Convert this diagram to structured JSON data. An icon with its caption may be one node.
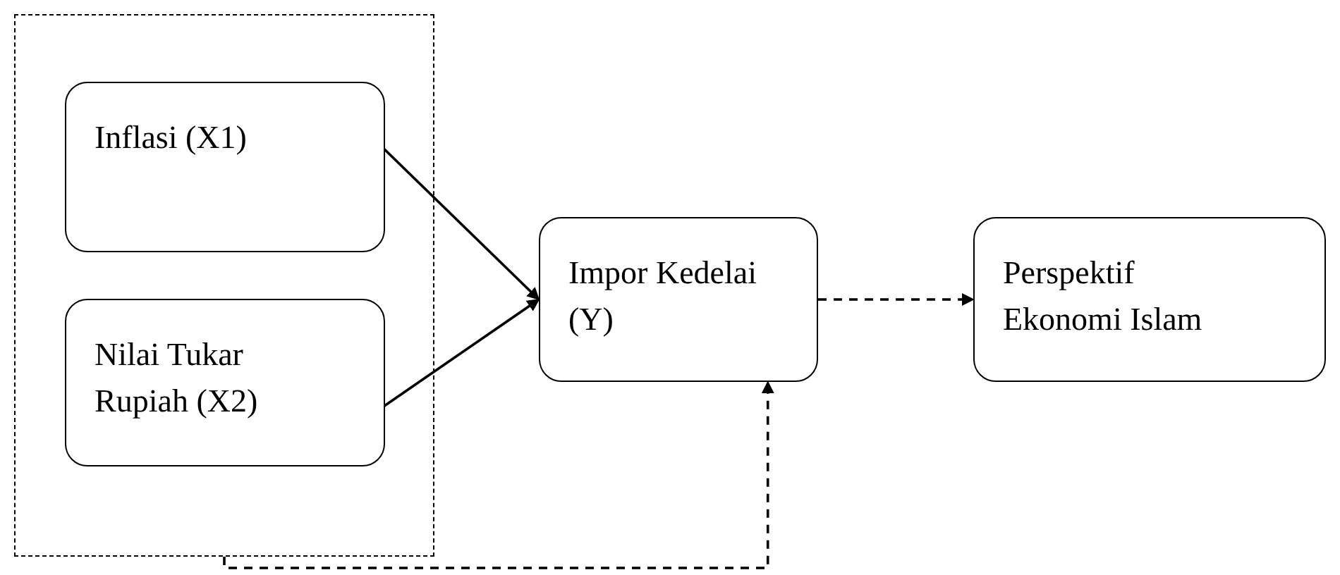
{
  "diagram": {
    "nodes": [
      {
        "text": [],
        "shape": "box"
      },
      {
        "text": [
          "Inflasi (X1)"
        ],
        "in": 0
      },
      {
        "text": [
          "Nilai Tukar Rupiah (X2)"
        ],
        "in": 0
      },
      {
        "text": [
          "Impor Kedelai (Y)"
        ]
      },
      {
        "text": [
          "Perspektif Ekonomi Islam"
        ]
      }
    ],
    "edges": [
      {
        "from": 1,
        "to": 3,
        "arrow": "to"
      },
      {
        "from": 2,
        "to": 3,
        "arrow": "to"
      },
      {
        "from": 3,
        "to": 4,
        "arrow": "to",
        "style": "dashed"
      },
      {
        "from": 0,
        "to": 3,
        "arrow": "to",
        "style": "dashed"
      }
    ]
  }
}
